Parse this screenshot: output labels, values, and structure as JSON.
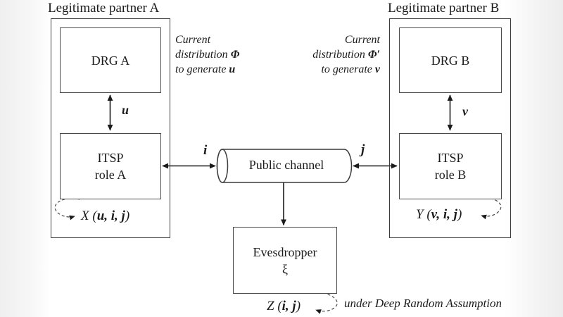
{
  "diagram": {
    "partner_a": {
      "title": "Legitimate partner A",
      "drg_label": "DRG A",
      "itsp_line1": "ITSP",
      "itsp_line2": "role A",
      "wire_label": "u",
      "output_prefix": "X (",
      "output_args": "u, i, j",
      "output_suffix": ")"
    },
    "partner_b": {
      "title": "Legitimate partner B",
      "drg_label": "DRG B",
      "itsp_line1": "ITSP",
      "itsp_line2": "role B",
      "wire_label": "v",
      "output_prefix": "Y (",
      "output_args": "v, i, j",
      "output_suffix": ")"
    },
    "annotation_left": {
      "line1": "Current",
      "line2_pre": "distribution ",
      "line2_sym": "Φ",
      "line3_pre": "to generate ",
      "line3_sym": "u"
    },
    "annotation_right": {
      "line1": "Current",
      "line2_pre": "distribution ",
      "line2_sym": "Φ′",
      "line3_pre": "to generate ",
      "line3_sym": "v"
    },
    "channel": {
      "label": "Public channel",
      "i_label": "i",
      "j_label": "j"
    },
    "eavesdropper": {
      "line1": "Evesdropper",
      "line2": "ξ",
      "output_prefix": "Z (",
      "output_args": "i, j",
      "output_suffix": ")"
    },
    "footnote": "under Deep Random Assumption",
    "colors": {
      "line": "#3c3c3c",
      "text": "#1b1b1b",
      "background": "#ffffff"
    }
  }
}
